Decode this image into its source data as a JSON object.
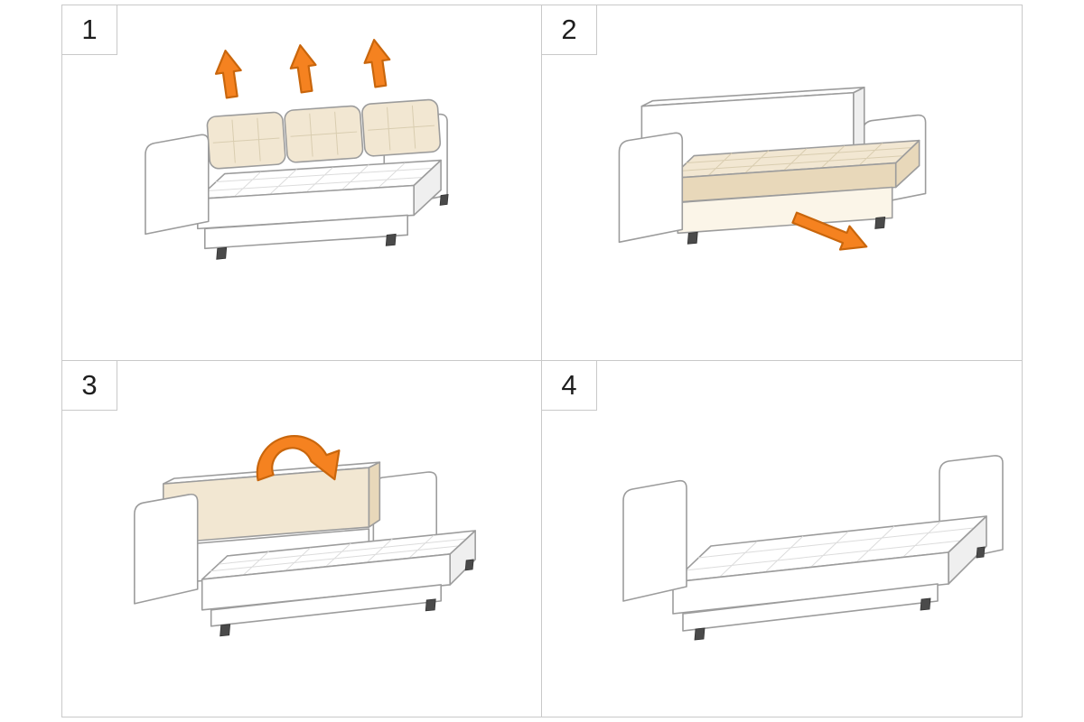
{
  "steps": [
    {
      "number": "1",
      "icon": "up-arrows-icon"
    },
    {
      "number": "2",
      "icon": "pull-out-arrow-icon"
    },
    {
      "number": "3",
      "icon": "fold-backrest-arrow-icon"
    },
    {
      "number": "4",
      "icon": "none"
    }
  ],
  "colors": {
    "accent_orange": "#f58220",
    "accent_orange_dark": "#c9660c",
    "cushion_cream": "#f2e7d2",
    "cushion_cream_shade": "#e8d8ba",
    "line_gray": "#9c9c9c",
    "panel_border_gray": "#c9c9c9",
    "face_shade": "#efefef",
    "background": "#ffffff"
  }
}
